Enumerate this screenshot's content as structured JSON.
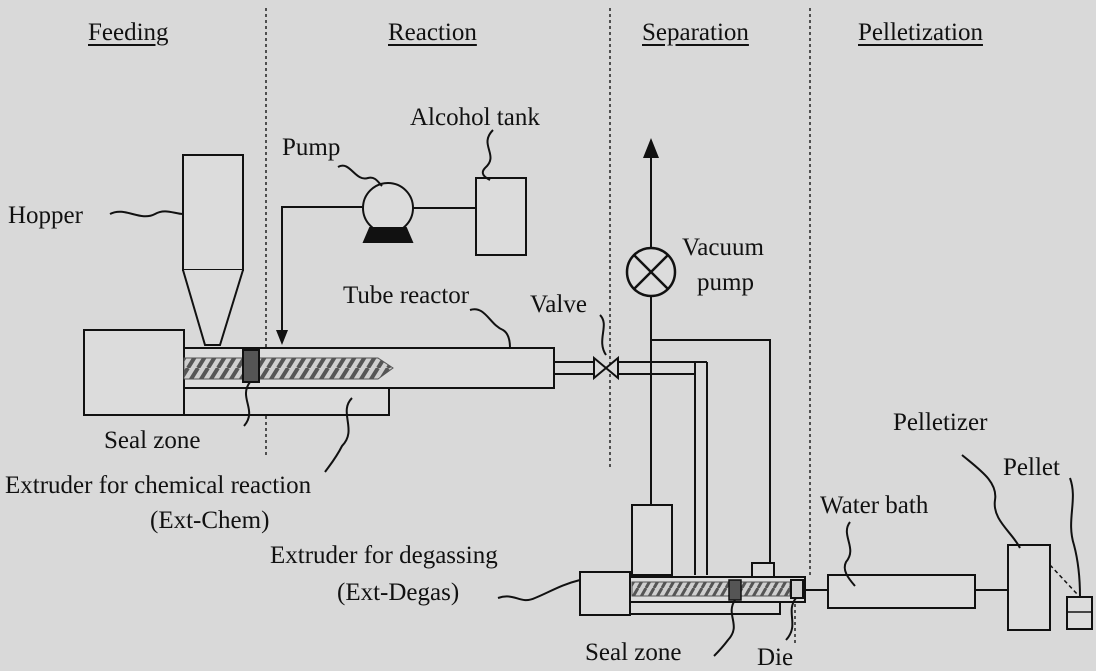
{
  "headers": {
    "feeding": "Feeding",
    "reaction": "Reaction",
    "separation": "Separation",
    "pelletization": "Pelletization"
  },
  "labels": {
    "hopper": "Hopper",
    "pump": "Pump",
    "alcohol_tank": "Alcohol tank",
    "tube_reactor": "Tube reactor",
    "valve": "Valve",
    "vacuum": "Vacuum",
    "pump2": "pump",
    "seal_zone_1": "Seal zone",
    "ext_chem": "Extruder for chemical reaction",
    "ext_chem_short": "(Ext-Chem)",
    "ext_degas": "Extruder for degassing",
    "ext_degas_short": "(Ext-Degas)",
    "seal_zone_2": "Seal zone",
    "die": "Die",
    "water_bath": "Water bath",
    "pelletizer": "Pelletizer",
    "pellet": "Pellet"
  },
  "colors": {
    "background": "#d9d9d9",
    "line": "#111111",
    "box_fill": "#dcdcdc",
    "screw": "#7a7a7a"
  }
}
